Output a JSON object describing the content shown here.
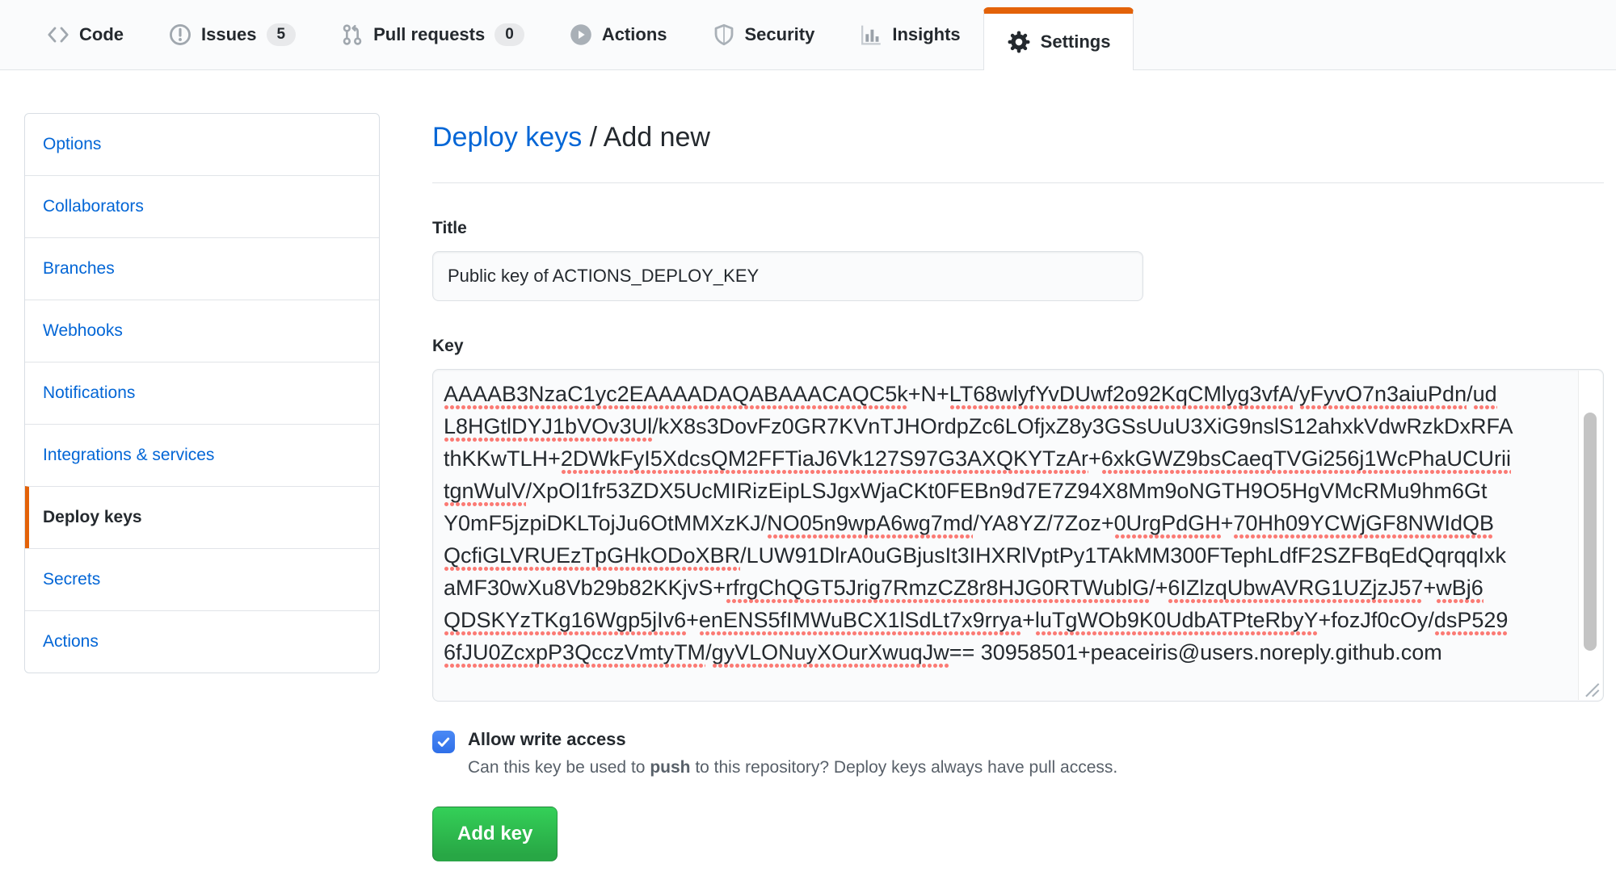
{
  "tabs": {
    "items": [
      {
        "label": "Code",
        "icon": "code-icon"
      },
      {
        "label": "Issues",
        "icon": "issue-opened-icon",
        "badge": "5"
      },
      {
        "label": "Pull requests",
        "icon": "git-pull-request-icon",
        "badge": "0"
      },
      {
        "label": "Actions",
        "icon": "play-icon"
      },
      {
        "label": "Security",
        "icon": "shield-icon"
      },
      {
        "label": "Insights",
        "icon": "graph-icon"
      },
      {
        "label": "Settings",
        "icon": "gear-icon",
        "active": true
      }
    ]
  },
  "sidebar": {
    "items": [
      {
        "label": "Options"
      },
      {
        "label": "Collaborators"
      },
      {
        "label": "Branches"
      },
      {
        "label": "Webhooks"
      },
      {
        "label": "Notifications"
      },
      {
        "label": "Integrations & services"
      },
      {
        "label": "Deploy keys",
        "active": true
      },
      {
        "label": "Secrets"
      },
      {
        "label": "Actions"
      }
    ]
  },
  "main": {
    "heading": {
      "link_text": "Deploy keys",
      "rest": " / Add new"
    },
    "title_label": "Title",
    "title_value": "Public key of ACTIONS_DEPLOY_KEY",
    "key_label": "Key",
    "key_lines": [
      [
        {
          "t": "AAAAB3NzaC1yc2EAAAADAQABAAACAQC5k",
          "u": true
        },
        {
          "t": "+N+",
          "u": false
        },
        {
          "t": "LT68wlyfYvDUwf2o92KqCMlyg3vfA",
          "u": true
        },
        {
          "t": "/",
          "u": false
        },
        {
          "t": "yFyvO7n3aiuPdn",
          "u": true
        },
        {
          "t": "/",
          "u": false
        },
        {
          "t": "ud",
          "u": true
        }
      ],
      [
        {
          "t": "L8HGtlDYJ1bVOv3Ul",
          "u": true
        },
        {
          "t": "/kX8s3DovFz0GR7KVnTJHOrdpZc6LOfjxZ8y3GSsUuU3XiG9nslS12ahxkVdwRzkDxRFA",
          "u": false
        }
      ],
      [
        {
          "t": "thKKwTLH+",
          "u": false
        },
        {
          "t": "2DWkFyI5XdcsQM2FFTiaJ6Vk127S97G3AXQKYTzAr",
          "u": true
        },
        {
          "t": "+",
          "u": false
        },
        {
          "t": "6xkGWZ9bsCaeqTVGi256j1WcPhaUCUrii",
          "u": true
        }
      ],
      [
        {
          "t": "tgnWulV",
          "u": true
        },
        {
          "t": "/XpOl1fr53ZDX5UcMIRizEipLSJgxWjaCKt0FEBn9d7E7Z94X8Mm9oNGTH9O5HgVMcRMu9hm6Gt",
          "u": false
        }
      ],
      [
        {
          "t": "Y0mF5jzpiDKLTojJu6OtMMXzKJ/",
          "u": false
        },
        {
          "t": "NO05n9wpA6wg7md",
          "u": true
        },
        {
          "t": "/YA8YZ/7Zoz+",
          "u": false
        },
        {
          "t": "0UrgPdGH",
          "u": true
        },
        {
          "t": "+",
          "u": false
        },
        {
          "t": "70Hh09YCWjGF8NWIdQB",
          "u": true
        }
      ],
      [
        {
          "t": "QcfiGLVRUEzTpGHkODoXBR",
          "u": true
        },
        {
          "t": "/LUW91DlrA0uGBjusIt3IHXRlVptPy1TAkMM300FTephLdfF2SZFBqEdQqrqqIxk",
          "u": false
        }
      ],
      [
        {
          "t": "aMF30wXu8Vb29b82KKjvS+",
          "u": false
        },
        {
          "t": "rfrgChQGT5Jrig7RmzCZ8r8HJG0RTWublG",
          "u": true
        },
        {
          "t": "/+",
          "u": false
        },
        {
          "t": "6IZlzqUbwAVRG1UZjzJ57",
          "u": true
        },
        {
          "t": "+",
          "u": false
        },
        {
          "t": "wBj6",
          "u": true
        }
      ],
      [
        {
          "t": "QDSKYzTKg16Wgp5jIv6",
          "u": true
        },
        {
          "t": "+",
          "u": false
        },
        {
          "t": "enENS5fIMWuBCX1lSdLt7x9rrya",
          "u": true
        },
        {
          "t": "+",
          "u": false
        },
        {
          "t": "luTgWOb9K0UdbATPteRbyY",
          "u": true
        },
        {
          "t": "+fozJf0cOy/",
          "u": false
        },
        {
          "t": "dsP529",
          "u": true
        }
      ],
      [
        {
          "t": "6fJU0ZcxpP3QcczVmtyTM",
          "u": true
        },
        {
          "t": "/",
          "u": false
        },
        {
          "t": "gyVLONuyXOurXwuqJw",
          "u": true
        },
        {
          "t": "== 30958501+peaceiris@users.noreply.github.com",
          "u": false
        }
      ]
    ],
    "write_access": {
      "label": "Allow write access",
      "checked": true,
      "description_prefix": "Can this key be used to ",
      "description_bold": "push",
      "description_suffix": " to this repository? Deploy keys always have pull access."
    },
    "add_key_button": "Add key"
  },
  "colors": {
    "accent_orange": "#e36209",
    "link_blue": "#0366d6",
    "button_green": "#28a745",
    "checkbox_blue": "#2f6fe8",
    "misspell_red": "#fb7a74",
    "tab_bar_bg": "#fafbfc",
    "border_gray": "#e1e4e8"
  }
}
